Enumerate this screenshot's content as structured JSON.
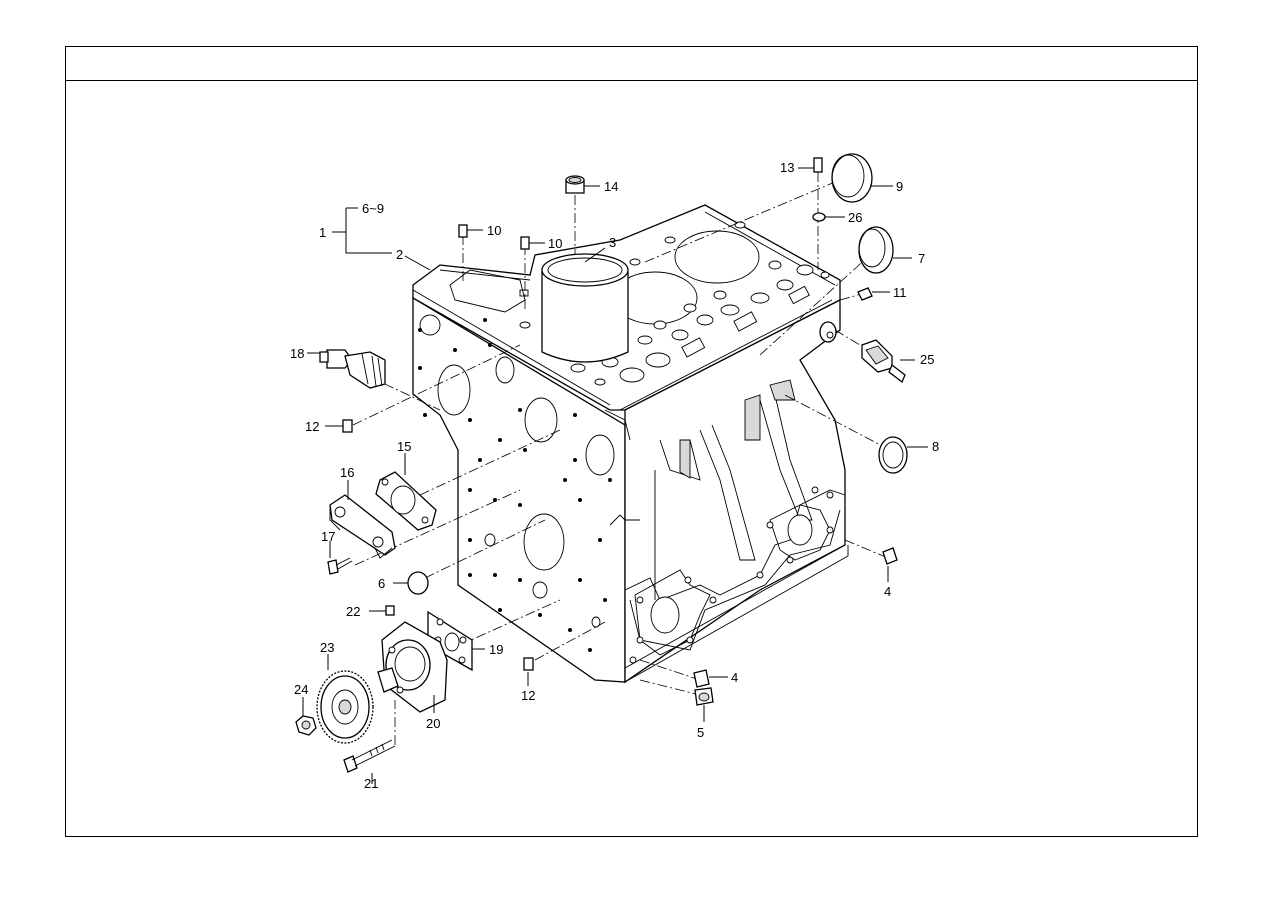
{
  "diagram": {
    "header_title": "",
    "callouts": {
      "c1": "1",
      "c6_9": "6~9",
      "c2": "2",
      "c3": "3",
      "c4a": "4",
      "c4b": "4",
      "c5": "5",
      "c6": "6",
      "c7": "7",
      "c8": "8",
      "c9": "9",
      "c10a": "10",
      "c10b": "10",
      "c11": "11",
      "c12a": "12",
      "c12b": "12",
      "c13": "13",
      "c14": "14",
      "c15": "15",
      "c16": "16",
      "c17": "17",
      "c18": "18",
      "c19": "19",
      "c20": "20",
      "c21": "21",
      "c22": "22",
      "c23": "23",
      "c24": "24",
      "c25": "25",
      "c26": "26"
    }
  }
}
